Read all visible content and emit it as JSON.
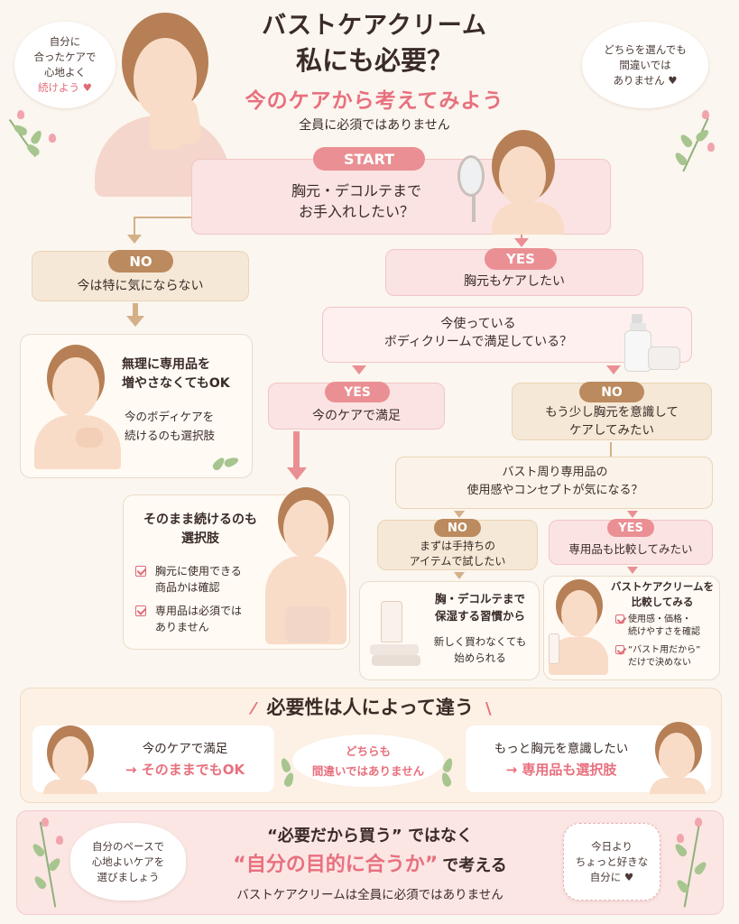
{
  "title": {
    "line1": "バストケアクリーム",
    "line2": "私にも必要？",
    "line3": "今のケアから考えてみよう",
    "subtitle": "全員に必須ではありません"
  },
  "bubbles": {
    "top_left": [
      "自分に",
      "合ったケアで",
      "心地よく",
      "続けよう ♥"
    ],
    "top_right": [
      "どちらを選んでも",
      "間違いでは",
      "ありません ♥"
    ],
    "bottom_left": [
      "自分のペースで",
      "心地よいケアを",
      "選びましょう"
    ],
    "bottom_right": [
      "今日より",
      "ちょっと好きな",
      "自分に ♥"
    ]
  },
  "start": {
    "label": "START",
    "question_l1": "胸元・デコルテまで",
    "question_l2": "お手入れしたい？"
  },
  "no_branch": {
    "label": "NO",
    "text": "今は特に気にならない",
    "result_title_l1": "無理に専用品を",
    "result_title_l2": "増やさなくてもOK",
    "result_text_l1": "今のボディケアを",
    "result_text_l2": "続けるのも選択肢"
  },
  "yes_branch": {
    "label": "YES",
    "text": "胸元もケアしたい",
    "question_l1": "今使っている",
    "question_l2": "ボディクリームで満足している？"
  },
  "satisfied": {
    "label": "YES",
    "text": "今のケアで満足",
    "result_title_l1": "そのまま続けるのも",
    "result_title_l2": "選択肢",
    "check1_l1": "胸元に使用できる",
    "check1_l2": "商品かは確認",
    "check2_l1": "専用品は必須では",
    "check2_l2": "ありません"
  },
  "not_satisfied": {
    "label": "NO",
    "text_l1": "もう少し胸元を意識して",
    "text_l2": "ケアしてみたい",
    "question_l1": "バスト周り専用品の",
    "question_l2": "使用感やコンセプトが気になる？"
  },
  "try_current": {
    "label": "NO",
    "text_l1": "まずは手持ちの",
    "text_l2": "アイテムで試したい",
    "result_title_l1": "胸・デコルテまで",
    "result_title_l2": "保湿する習慣から",
    "result_text_l1": "新しく買わなくても",
    "result_text_l2": "始められる"
  },
  "compare": {
    "label": "YES",
    "text": "専用品も比較してみたい",
    "result_title_l1": "バストケアクリームを",
    "result_title_l2": "比較してみる",
    "check1_l1": "使用感・価格・",
    "check1_l2": "続けやすさを確認",
    "check2_l1": "“バスト用だから”",
    "check2_l2": "だけで決めない"
  },
  "summary": {
    "heading": "必要性は人によって違う",
    "left_l1": "今のケアで満足",
    "left_l2": "→ そのままでもOK",
    "middle_l1": "どちらも",
    "middle_l2": "間違いではありません",
    "right_l1": "もっと胸元を意識したい",
    "right_l2": "→ 専用品も選択肢"
  },
  "footer": {
    "line1": "“必要だから買う” ではなく",
    "line2_highlight": "“自分の目的に合うか”",
    "line2_rest": "で考える",
    "line3": "バストケアクリームは全員に必須ではありません"
  },
  "colors": {
    "accent_pink": "#ea8f93",
    "accent_brown": "#bb8a5e",
    "title_pink": "#e8707e",
    "pink_box": "#fbe3e3",
    "beige_box": "#f6e8d6"
  }
}
